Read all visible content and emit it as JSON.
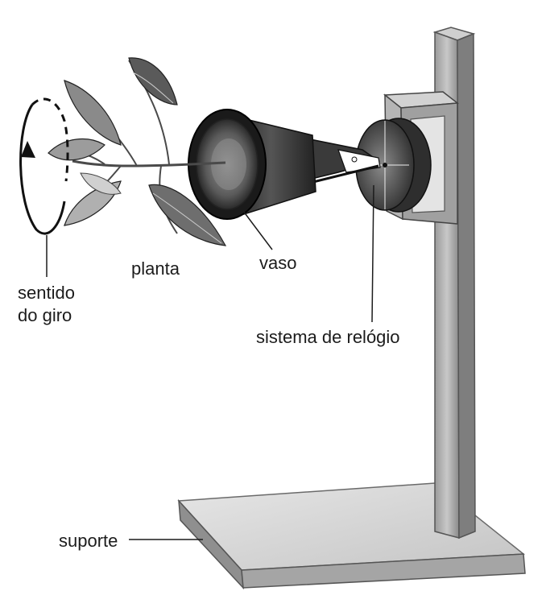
{
  "labels": {
    "sentido": "sentido",
    "giro": "do giro",
    "planta": "planta",
    "vaso": "vaso",
    "relogio": "sistema de relógio",
    "suporte": "suporte"
  },
  "colors": {
    "ink": "#1c1c1c",
    "wood_light": "#d8d8d8",
    "wood_mid": "#a8a8a8",
    "wood_dark": "#6a6a6a",
    "leaf": "#5a5a5a",
    "leaf_light": "#b0b0b0",
    "pot_dark": "#2a2a2a"
  }
}
